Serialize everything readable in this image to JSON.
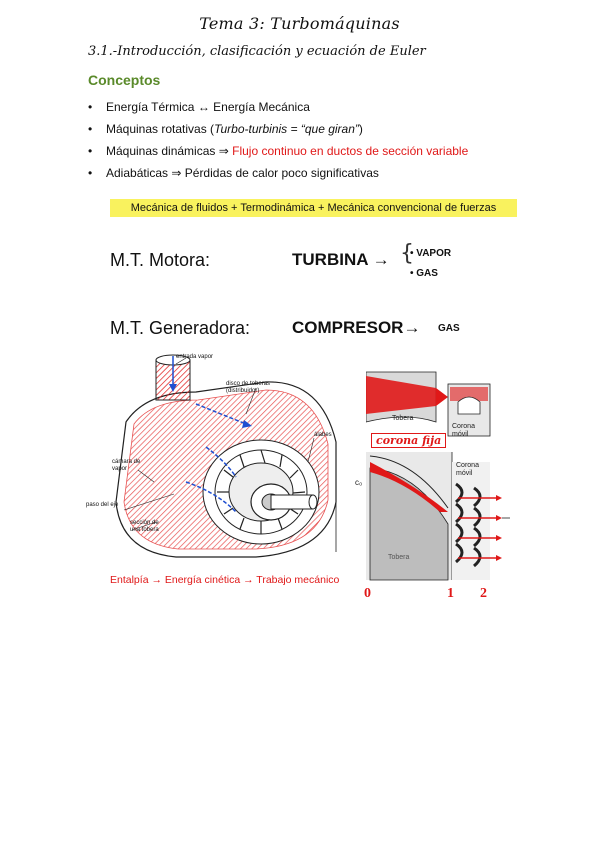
{
  "page": {
    "title": "Tema 3: Turbomáquinas",
    "subtitle": "3.1.-Introducción, clasificación y ecuación de Euler",
    "section": "Conceptos"
  },
  "bullets": [
    {
      "text": "Energía Térmica ↔ Energía Mecánica"
    },
    {
      "pre": "Máquinas rotativas (",
      "italic": "Turbo-turbinis = “que giran”",
      "post": ")"
    },
    {
      "pre": "Máquinas dinámicas ⇒ ",
      "red": "Flujo continuo en ductos de sección variable"
    },
    {
      "text": "Adiabáticas ⇒ Pérdidas de calor poco significativas"
    }
  ],
  "highlight": "Mecánica de fluidos + Termodinámica + Mecánica convencional de fuerzas",
  "motora": {
    "label": "M.T. Motora:",
    "machine": "TURBINA →",
    "opt1": "• VAPOR",
    "opt2": "• GAS"
  },
  "generadora": {
    "label": "M.T. Generadora:",
    "machine": "COMPRESOR→",
    "gas": "GAS"
  },
  "turbine_labels": {
    "entrada": "entrada vapor",
    "disco": "disco de toberas (distribuidor)",
    "alabes": "álabes",
    "camara": "cámara de vapor",
    "paso": "paso del eje",
    "seccion": "sección de una tobera"
  },
  "caption": "Entalpía → Energía cinética → Trabajo mecánico",
  "right_diagram": {
    "tobera": "Tobera",
    "corona_movil": "Corona móvil",
    "corona_fija": "corona fija",
    "c0": "c₀",
    "stations": [
      "0",
      "1",
      "2"
    ]
  },
  "colors": {
    "red": "#e01818",
    "green": "#5a8a2a",
    "highlight": "#f9f25e"
  }
}
